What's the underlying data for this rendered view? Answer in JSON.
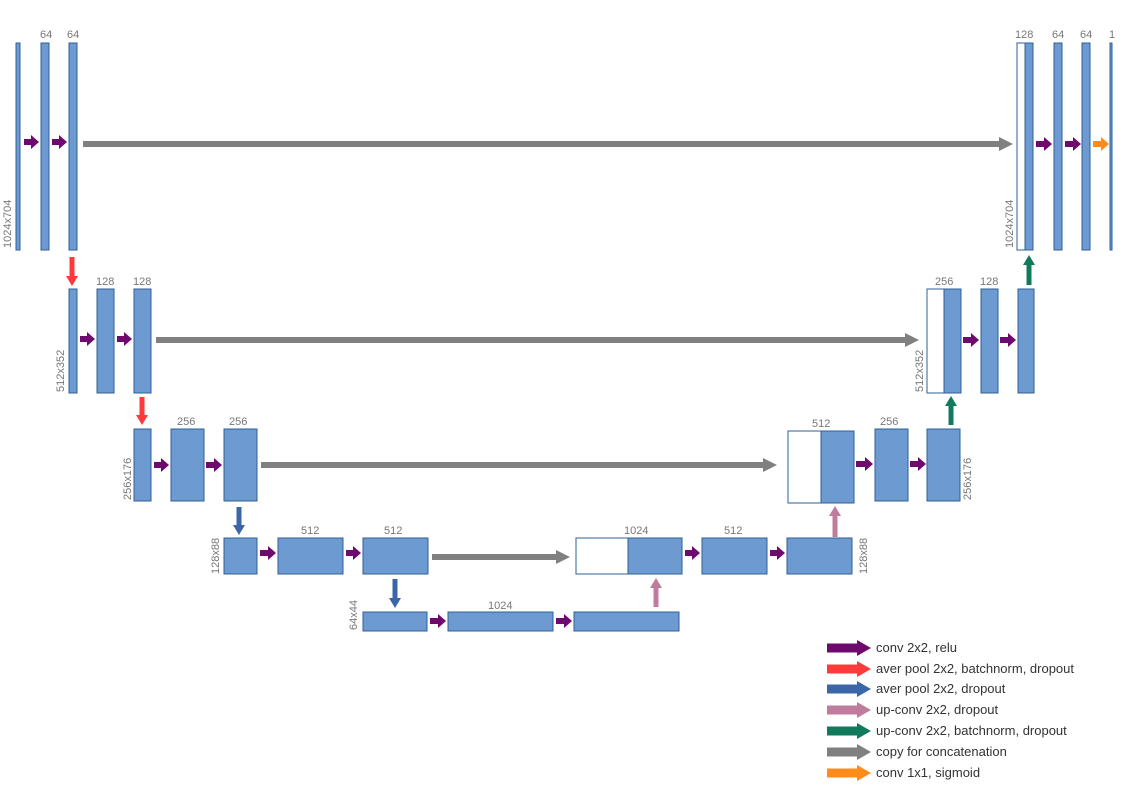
{
  "colors": {
    "block_fill": "#6d9bd1",
    "block_stroke": "#2f5f95",
    "conv": "#6e0a6e",
    "pool_bn": "#ff3a3a",
    "pool": "#3b67a8",
    "upconv": "#c07c9c",
    "upconv_bn": "#127a5c",
    "copy": "#808080",
    "conv1x1": "#ff8c1a"
  },
  "labels": {
    "s1024x704": "1024x704",
    "s512x352": "512x352",
    "s256x176": "256x176",
    "s128x88": "128x88",
    "s64x44": "64x44",
    "c1": "1",
    "c64": "64",
    "c128": "128",
    "c256": "256",
    "c512": "512",
    "c1024": "1024"
  },
  "legend": [
    {
      "key": "conv",
      "label": "conv 2x2, relu"
    },
    {
      "key": "pool_bn",
      "label": "aver pool 2x2, batchnorm, dropout"
    },
    {
      "key": "pool",
      "label": "aver pool 2x2, dropout"
    },
    {
      "key": "upconv",
      "label": "up-conv 2x2, dropout"
    },
    {
      "key": "upconv_bn",
      "label": "up-conv 2x2, batchnorm, dropout"
    },
    {
      "key": "copy",
      "label": "copy for concatenation"
    },
    {
      "key": "conv1x1",
      "label": "conv 1x1, sigmoid"
    }
  ]
}
